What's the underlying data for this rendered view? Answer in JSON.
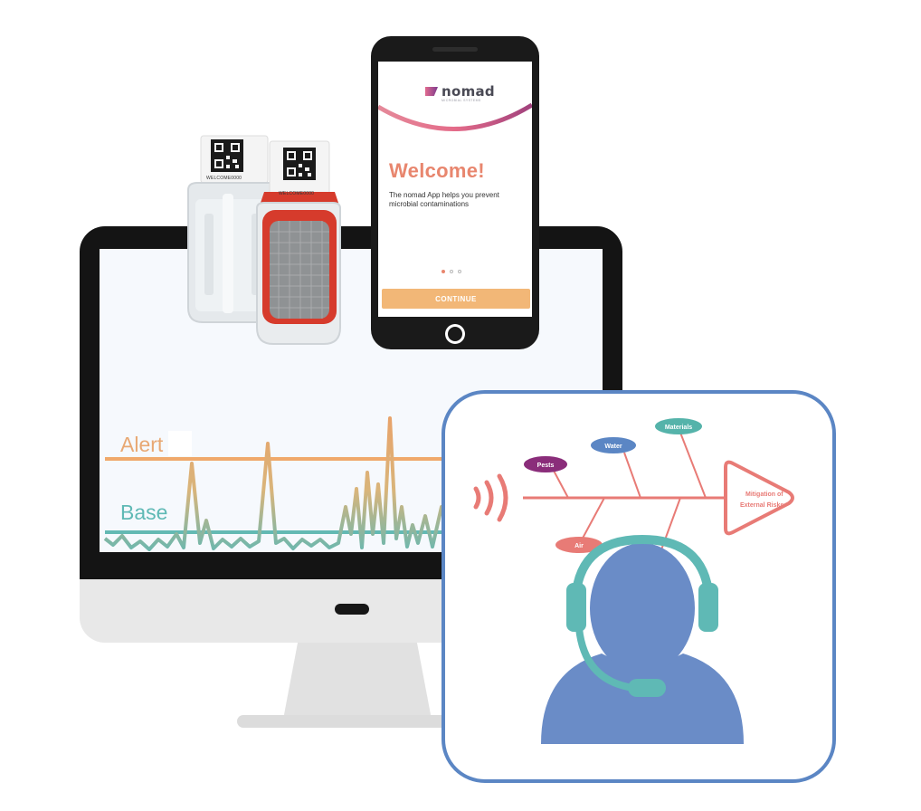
{
  "phone": {
    "logo": "nomad",
    "logo_sub": "MICROBIAL SYSTEMS",
    "welcome_title": "Welcome!",
    "welcome_text": "The nomad App helps you prevent microbial contaminations",
    "continue_label": "CONTINUE",
    "page_dots": 3,
    "active_dot": 1
  },
  "monitor_chart": {
    "alert_label": "Alert",
    "base_label": "Base"
  },
  "sample_kits": {
    "kit1_code": "WELCOME0000",
    "kit2_code": "WELCOME0000"
  },
  "fishbone": {
    "causes": [
      "Pests",
      "Water",
      "Materials",
      "Air"
    ],
    "effect_line1": "Mitigation of",
    "effect_line2": "External Risks"
  },
  "colors": {
    "accent_orange": "#f2b777",
    "welcome_coral": "#e8866e",
    "teal": "#5fb9b5",
    "support_blue": "#6a8cc7",
    "frame_blue": "#5b86c4",
    "pests_purple": "#8a2d7a",
    "water_blue": "#5b86c4",
    "materials_teal": "#55b3aa",
    "air_coral": "#e87b76"
  },
  "icons": [
    "qr-code-icon",
    "headset-agent-icon",
    "signal-waves-icon",
    "home-button-icon"
  ]
}
